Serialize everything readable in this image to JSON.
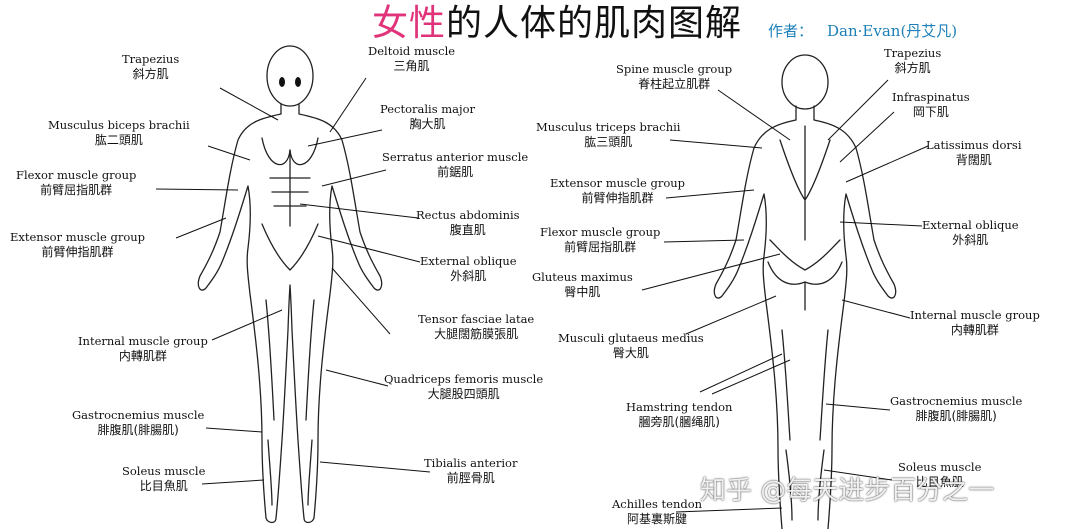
{
  "title": {
    "accent": "女性",
    "rest": "的人体的肌肉图解"
  },
  "author": {
    "label": "作者：",
    "name": "Dan·Evan(丹艾凡)"
  },
  "front_labels": [
    {
      "en": "Trapezius",
      "zh": "斜方肌"
    },
    {
      "en": "Deltoid muscle",
      "zh": "三角肌"
    },
    {
      "en": "Musculus biceps brachii",
      "zh": "肱二頭肌"
    },
    {
      "en": "Pectoralis major",
      "zh": "胸大肌"
    },
    {
      "en": "Serratus anterior muscle",
      "zh": "前鋸肌"
    },
    {
      "en": "Flexor muscle group",
      "zh": "前臂屈指肌群"
    },
    {
      "en": "Rectus abdominis",
      "zh": "腹直肌"
    },
    {
      "en": "Extensor muscle group",
      "zh": "前臂伸指肌群"
    },
    {
      "en": "External oblique",
      "zh": "外斜肌"
    },
    {
      "en": "Tensor fasciae latae",
      "zh": "大腿闊筋膜張肌"
    },
    {
      "en": "Internal muscle group",
      "zh": "内轉肌群"
    },
    {
      "en": "Quadriceps femoris muscle",
      "zh": "大腿股四頭肌"
    },
    {
      "en": "Gastrocnemius muscle",
      "zh": "腓腹肌(腓腸肌)"
    },
    {
      "en": "Tibialis anterior",
      "zh": "前脛骨肌"
    },
    {
      "en": "Soleus muscle",
      "zh": "比目魚肌"
    }
  ],
  "back_labels": [
    {
      "en": "Spine muscle group",
      "zh": "脊柱起立肌群"
    },
    {
      "en": "Trapezius",
      "zh": "斜方肌"
    },
    {
      "en": "Infraspinatus",
      "zh": "岡下肌"
    },
    {
      "en": "Musculus triceps brachii",
      "zh": "肱三頭肌"
    },
    {
      "en": "Latissimus dorsi",
      "zh": "背闊肌"
    },
    {
      "en": "Extensor muscle group",
      "zh": "前臂伸指肌群"
    },
    {
      "en": "External oblique",
      "zh": "外斜肌"
    },
    {
      "en": "Flexor muscle group",
      "zh": "前臂屈指肌群"
    },
    {
      "en": "Gluteus maximus",
      "zh": "臀中肌"
    },
    {
      "en": "Internal muscle group",
      "zh": "内轉肌群"
    },
    {
      "en": "Musculi glutaeus medius",
      "zh": "臀大肌"
    },
    {
      "en": "Hamstring tendon",
      "zh": "膕旁肌(膕绳肌)"
    },
    {
      "en": "Gastrocnemius muscle",
      "zh": "腓腹肌(腓腸肌)"
    },
    {
      "en": "Soleus muscle",
      "zh": "比目魚肌"
    },
    {
      "en": "Achilles tendon",
      "zh": "阿基裏斯腱"
    }
  ],
  "watermark": "知乎 @每天进步百分之一"
}
